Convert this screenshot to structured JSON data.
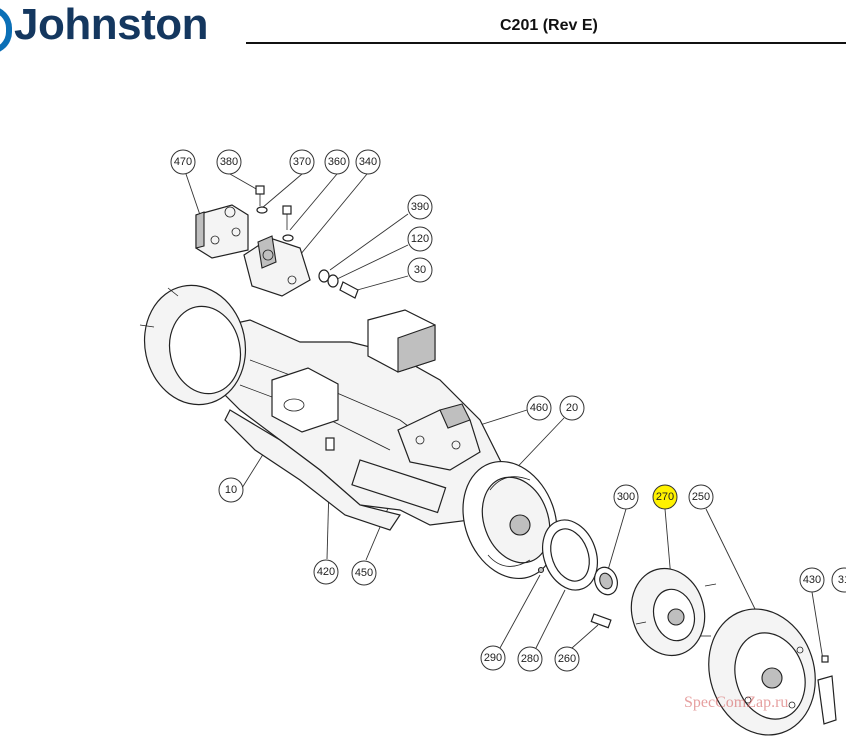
{
  "header": {
    "brand": "Johnston",
    "document_title": "C201 (Rev E)"
  },
  "callouts": [
    {
      "id": "c470",
      "label": "470",
      "highlight": false
    },
    {
      "id": "c380",
      "label": "380",
      "highlight": false
    },
    {
      "id": "c370",
      "label": "370",
      "highlight": false
    },
    {
      "id": "c360",
      "label": "360",
      "highlight": false
    },
    {
      "id": "c340",
      "label": "340",
      "highlight": false
    },
    {
      "id": "c390",
      "label": "390",
      "highlight": false
    },
    {
      "id": "c120",
      "label": "120",
      "highlight": false
    },
    {
      "id": "c30",
      "label": "30",
      "highlight": false
    },
    {
      "id": "c460",
      "label": "460",
      "highlight": false
    },
    {
      "id": "c20",
      "label": "20",
      "highlight": false
    },
    {
      "id": "c10",
      "label": "10",
      "highlight": false
    },
    {
      "id": "c300",
      "label": "300",
      "highlight": false
    },
    {
      "id": "c270",
      "label": "270",
      "highlight": true
    },
    {
      "id": "c250",
      "label": "250",
      "highlight": false
    },
    {
      "id": "c430",
      "label": "430",
      "highlight": false
    },
    {
      "id": "c31",
      "label": "31",
      "highlight": false
    },
    {
      "id": "c420",
      "label": "420",
      "highlight": false
    },
    {
      "id": "c450",
      "label": "450",
      "highlight": false
    },
    {
      "id": "c290",
      "label": "290",
      "highlight": false
    },
    {
      "id": "c280",
      "label": "280",
      "highlight": false
    },
    {
      "id": "c260",
      "label": "260",
      "highlight": false
    }
  ],
  "colors": {
    "highlight": "#fff200",
    "brand_blue": "#14375f",
    "brand_accent": "#0b6fb6"
  },
  "watermark": "SpecComZap.ru"
}
